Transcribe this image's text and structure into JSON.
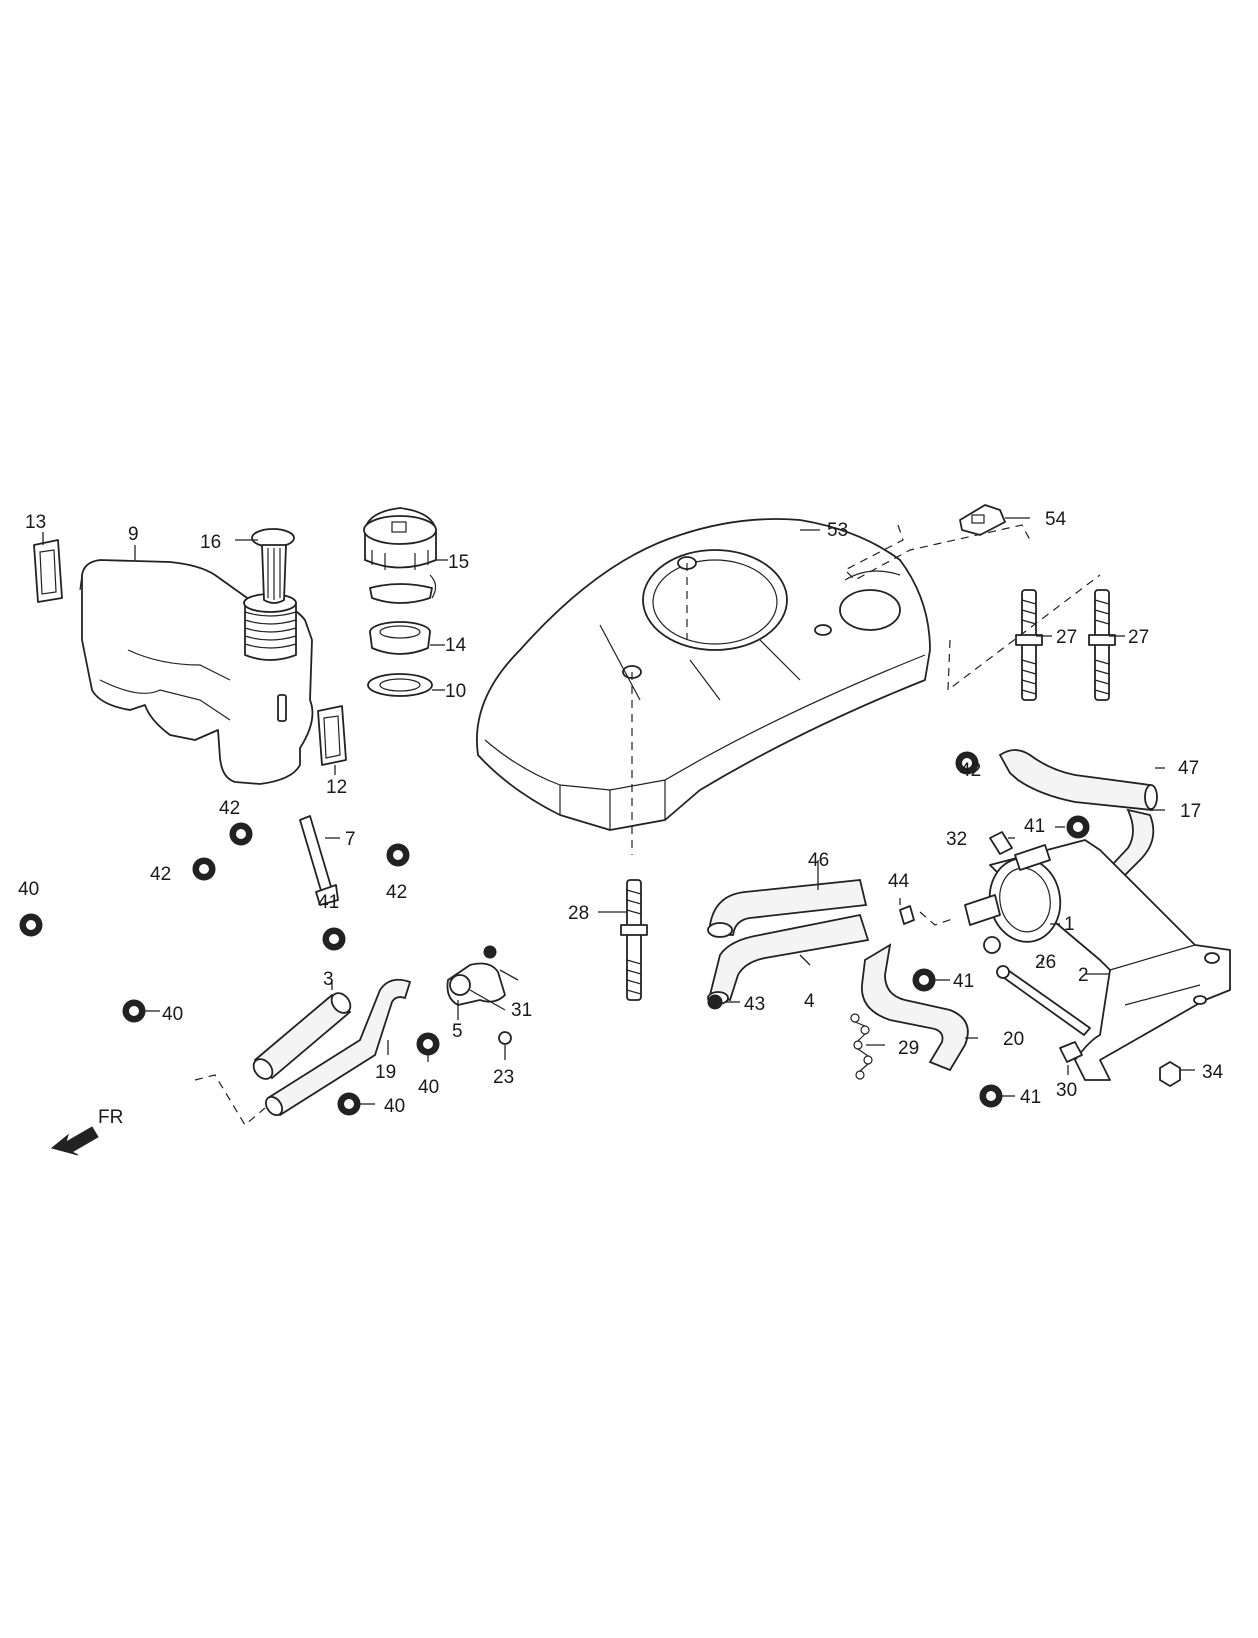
{
  "labels": {
    "p1": "1",
    "p2": "2",
    "p3": "3",
    "p4": "4",
    "p5": "5",
    "p7": "7",
    "p9": "9",
    "p10": "10",
    "p12": "12",
    "p13": "13",
    "p14": "14",
    "p15": "15",
    "p16": "16",
    "p17": "17",
    "p19": "19",
    "p20": "20",
    "p23": "23",
    "p26": "26",
    "p27a": "27",
    "p27b": "27",
    "p28": "28",
    "p29": "29",
    "p30": "30",
    "p31": "31",
    "p32": "32",
    "p34": "34",
    "p40a": "40",
    "p40b": "40",
    "p40c": "40",
    "p40d": "40",
    "p41a": "41",
    "p41b": "41",
    "p41c": "41",
    "p41d": "41",
    "p42a": "42",
    "p42b": "42",
    "p42c": "42",
    "p42d": "42",
    "p43": "43",
    "p44": "44",
    "p46": "46",
    "p47": "47",
    "p53": "53",
    "p54": "54"
  },
  "direction": {
    "label": "FR"
  }
}
